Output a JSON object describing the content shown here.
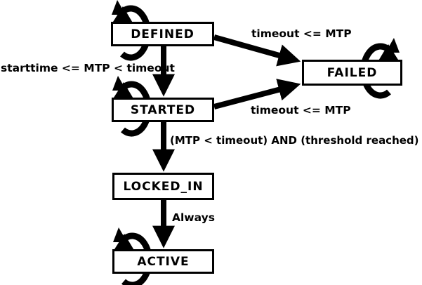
{
  "diagram": {
    "type": "state-machine",
    "colors": {
      "stroke": "#000000",
      "background": "#ffffff",
      "state_fill": "#ffffff",
      "text": "#000000"
    },
    "states": [
      {
        "id": "defined",
        "label": "DEFINED",
        "self_loop": true
      },
      {
        "id": "failed",
        "label": "FAILED",
        "self_loop": true
      },
      {
        "id": "started",
        "label": "STARTED",
        "self_loop": true
      },
      {
        "id": "locked_in",
        "label": "LOCKED_IN",
        "self_loop": false
      },
      {
        "id": "active",
        "label": "ACTIVE",
        "self_loop": true
      }
    ],
    "transitions": [
      {
        "from": "DEFINED",
        "to": "FAILED",
        "label": "timeout <= MTP"
      },
      {
        "from": "DEFINED",
        "to": "STARTED",
        "label": "starttime <= MTP < timeout"
      },
      {
        "from": "STARTED",
        "to": "FAILED",
        "label": "timeout <= MTP"
      },
      {
        "from": "STARTED",
        "to": "LOCKED_IN",
        "label": "(MTP < timeout) AND (threshold reached)"
      },
      {
        "from": "LOCKED_IN",
        "to": "ACTIVE",
        "label": "Always"
      }
    ]
  }
}
